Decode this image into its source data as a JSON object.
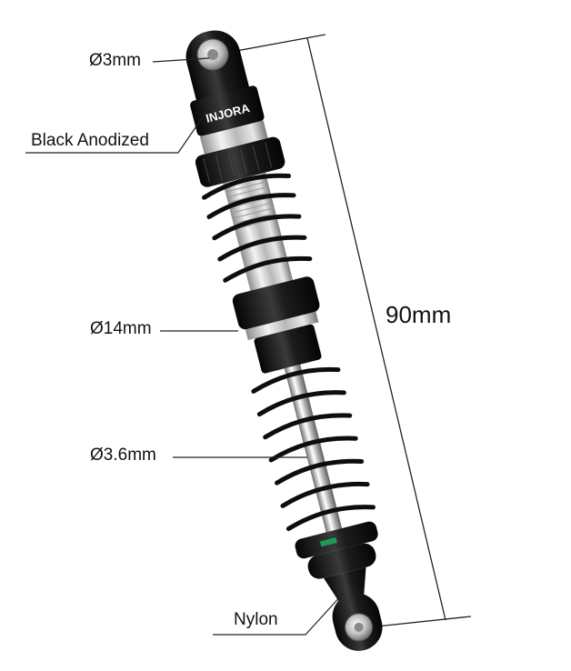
{
  "labels": {
    "eye_bore": "Ø3mm",
    "finish": "Black Anodized",
    "body_diameter": "Ø14mm",
    "shaft_diameter": "Ø3.6mm",
    "length": "90mm",
    "end_material": "Nylon"
  },
  "brand_logo": "INJORA",
  "colors": {
    "background": "#ffffff",
    "anodized_black": "#141414",
    "chrome": "#c9c9c9",
    "accent_green": "#1e9a5a",
    "leader_line": "#222222"
  }
}
